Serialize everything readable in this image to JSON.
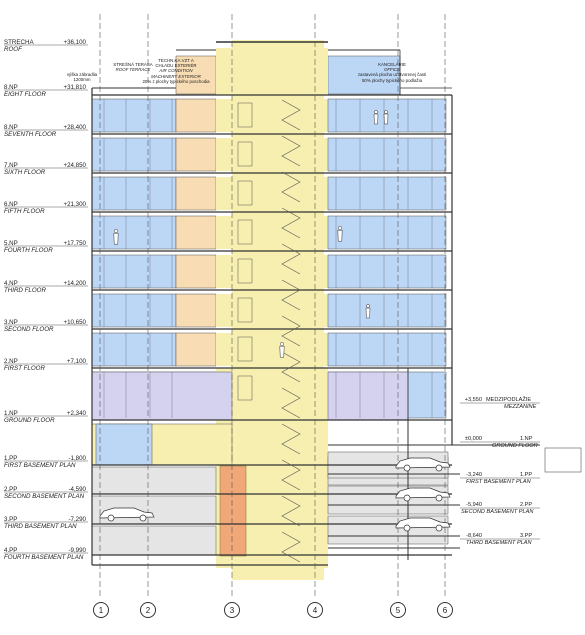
{
  "roof": {
    "name": "STRECHA",
    "elevation": "+36,100",
    "name_en": "ROOF"
  },
  "levels": [
    {
      "id": "8np",
      "name": "8.NP",
      "elevation": "+31,810",
      "name_en": "EIGHT FLOOR"
    },
    {
      "id": "7np",
      "name": "8.NP",
      "elevation": "+28,400",
      "name_en": "SEVENTH FLOOR"
    },
    {
      "id": "6np",
      "name": "7.NP",
      "elevation": "+24,850",
      "name_en": "SIXTH FLOOR"
    },
    {
      "id": "5np",
      "name": "6.NP",
      "elevation": "+21,300",
      "name_en": "FIFTH FLOOR"
    },
    {
      "id": "4np",
      "name": "5.NP",
      "elevation": "+17,750",
      "name_en": "FOURTH FLOOR"
    },
    {
      "id": "3np",
      "name": "4.NP",
      "elevation": "+14,200",
      "name_en": "THIRD FLOOR"
    },
    {
      "id": "2np",
      "name": "3.NP",
      "elevation": "+10,650",
      "name_en": "SECOND FLOOR"
    },
    {
      "id": "1np-first",
      "name": "2.NP",
      "elevation": "+7,100",
      "name_en": "FIRST FLOOR"
    },
    {
      "id": "ground",
      "name": "1.NP",
      "elevation": "+2,340",
      "name_en": "GROUND FLOOR"
    },
    {
      "id": "1pp",
      "name": "1.PP",
      "elevation": "-1,800",
      "name_en": "FIRST BASEMENT PLAN"
    },
    {
      "id": "2pp",
      "name": "2.PP",
      "elevation": "-4,590",
      "name_en": "SECOND BASEMENT PLAN"
    },
    {
      "id": "3pp",
      "name": "3.PP",
      "elevation": "-7,290",
      "name_en": "THIRD BASEMENT PLAN"
    },
    {
      "id": "4pp",
      "name": "4.PP",
      "elevation": "-9,990",
      "name_en": "FOURTH BASEMENT PLAN"
    }
  ],
  "right_levels": [
    {
      "id": "mezz",
      "elevation": "+3,550",
      "name": "MEDZIPODLAŽIE",
      "name_en": "MEZZANINE"
    },
    {
      "id": "ground-r",
      "elevation": "±0,000",
      "name": "1.NP",
      "name_en": "GROUND FLOOR"
    },
    {
      "id": "1pp-r",
      "elevation": "-3,240",
      "name": "1.PP",
      "name_en": "FIRST BASEMENT PLAN"
    },
    {
      "id": "2pp-r",
      "elevation": "-5,940",
      "name": "2.PP",
      "name_en": "SECOND BASEMENT PLAN"
    },
    {
      "id": "3pp-r",
      "elevation": "-8,640",
      "name": "3.PP",
      "name_en": "THIRD BASEMENT PLAN"
    }
  ],
  "notes": {
    "terrace": {
      "line1": "STREŠNÁ TERASA",
      "line2": "ROOF TERRACE"
    },
    "parapet": {
      "line1": "výška zábradlia",
      "line2": "1200mm"
    },
    "machinery": {
      "line1": "TECHN.KA.VZT A",
      "line2": "CHLADU EXTERIÉR",
      "line3": "AIR CONDITION",
      "line4": "MACHINERY EXTERIOR",
      "line5": "20% z plochy typického poschodia"
    },
    "office": {
      "line1": "KANCELÁRIE",
      "line2": "OFFICE",
      "line3": "zastavená plocha uzatvorenej časti",
      "line4": "50% plochy typického podlažia"
    }
  },
  "axes": [
    "1",
    "2",
    "3",
    "4",
    "5",
    "6"
  ],
  "colors": {
    "office": "#bcd6f5",
    "core": "#f7efb0",
    "service": "#f8dcb4",
    "mezzanine": "#d5d2ef",
    "parking": "#e5e5e5",
    "elevator": "#f0a878",
    "line": "#333333",
    "grid": "#555555"
  }
}
